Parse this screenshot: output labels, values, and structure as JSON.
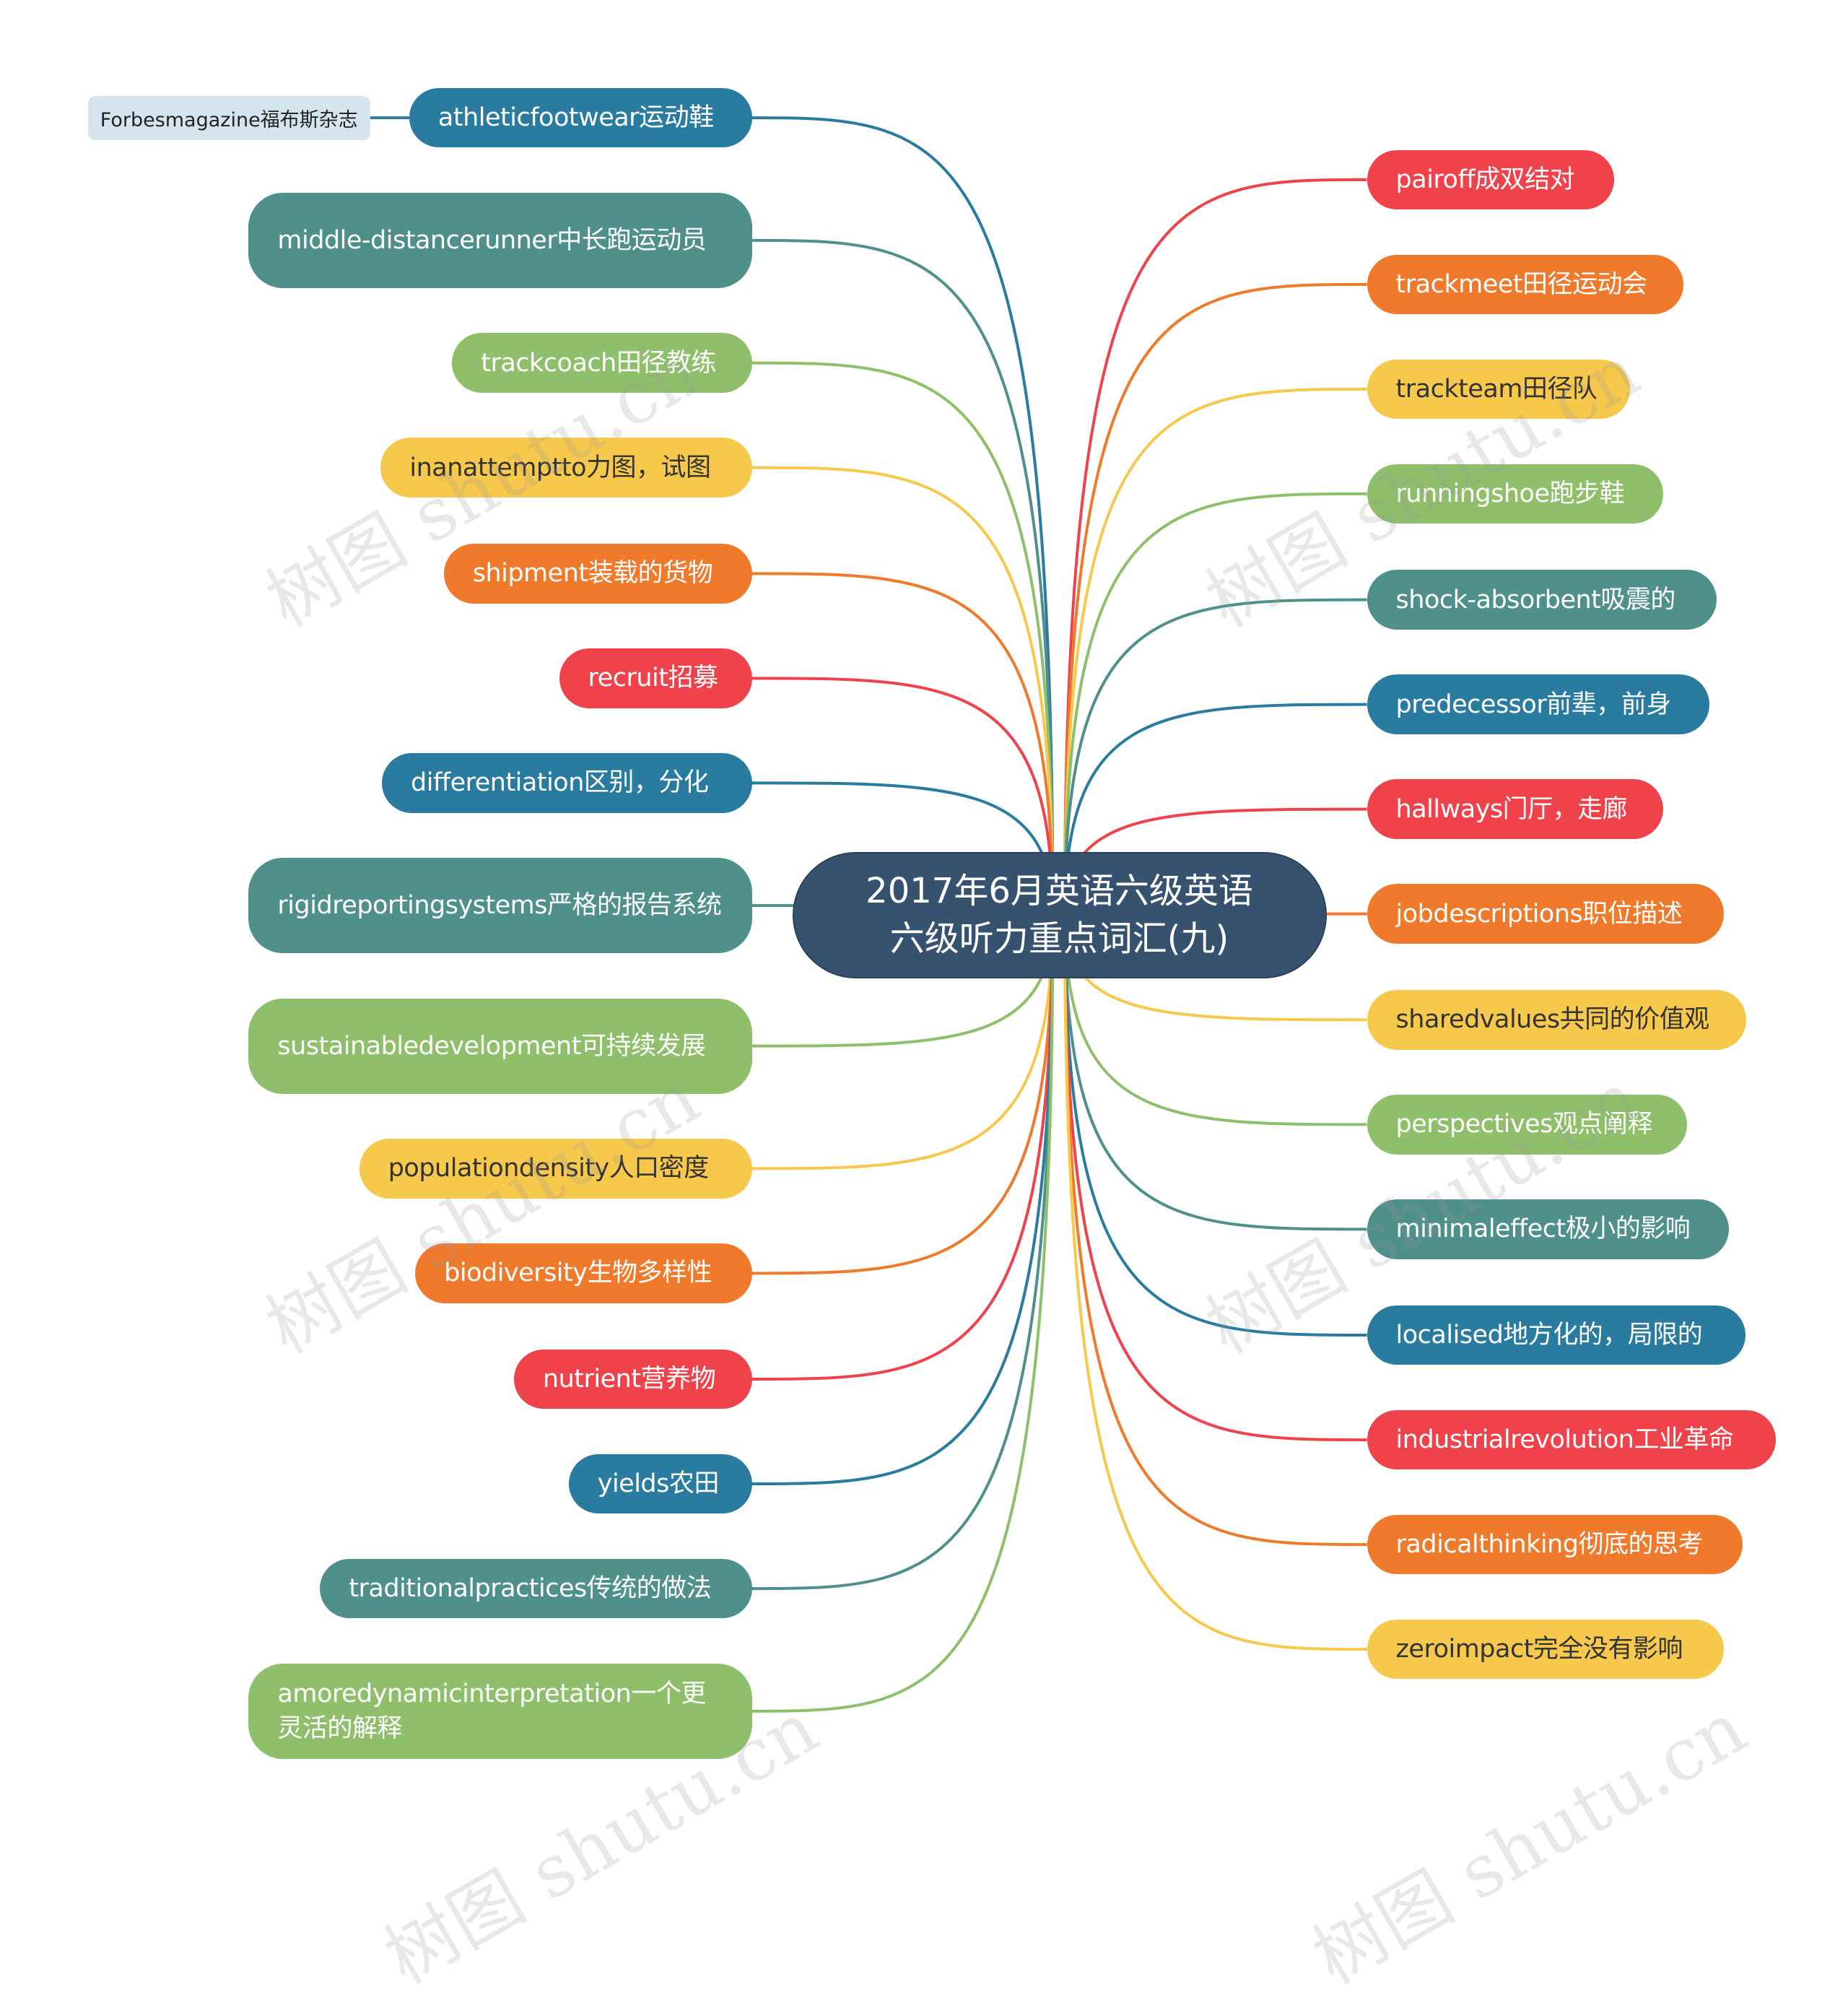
{
  "title": "2017年6月英语六级英语六级听力重点词汇(九)",
  "colors": {
    "blue": "#2a7ba0",
    "teal": "#4f908a",
    "green": "#8fbf6a",
    "yellow": "#f6c84c",
    "orange": "#f07a2c",
    "red": "#f0424a",
    "center": "#37526e",
    "sub": "#d4e5ee"
  },
  "left_nodes": [
    {
      "label": "athleticfootwear运动鞋",
      "color": "blue"
    },
    {
      "label": "middle-distancerunner中长跑运动员",
      "color": "teal"
    },
    {
      "label": "trackcoach田径教练",
      "color": "green"
    },
    {
      "label": "inanattemptto力图，试图",
      "color": "yellow"
    },
    {
      "label": "shipment装载的货物",
      "color": "orange"
    },
    {
      "label": "recruit招募",
      "color": "red"
    },
    {
      "label": "differentiation区别，分化",
      "color": "blue"
    },
    {
      "label": "rigidreportingsystems严格的报告系统",
      "color": "teal"
    },
    {
      "label": "sustainabledevelopment可持续发展",
      "color": "green"
    },
    {
      "label": "populationdensity人口密度",
      "color": "yellow"
    },
    {
      "label": "biodiversity生物多样性",
      "color": "orange"
    },
    {
      "label": "nutrient营养物",
      "color": "red"
    },
    {
      "label": "yields农田",
      "color": "blue"
    },
    {
      "label": "traditionalpractices传统的做法",
      "color": "teal"
    },
    {
      "label": "amoredynamicinterpretation一个更灵活的解释",
      "color": "green"
    }
  ],
  "right_nodes": [
    {
      "label": "pairoff成双结对",
      "color": "red"
    },
    {
      "label": "trackmeet田径运动会",
      "color": "orange"
    },
    {
      "label": "trackteam田径队",
      "color": "yellow"
    },
    {
      "label": "runningshoe跑步鞋",
      "color": "green"
    },
    {
      "label": "shock-absorbent吸震的",
      "color": "teal"
    },
    {
      "label": "predecessor前辈，前身",
      "color": "blue"
    },
    {
      "label": "hallways门厅，走廊",
      "color": "red"
    },
    {
      "label": "jobdescriptions职位描述",
      "color": "orange"
    },
    {
      "label": "sharedvalues共同的价值观",
      "color": "yellow"
    },
    {
      "label": "perspectives观点阐释",
      "color": "green"
    },
    {
      "label": "minimaleffect极小的影响",
      "color": "teal"
    },
    {
      "label": "localised地方化的，局限的",
      "color": "blue"
    },
    {
      "label": "industrialrevolution工业革命",
      "color": "red"
    },
    {
      "label": "radicalthinking彻底的思考",
      "color": "orange"
    },
    {
      "label": "zeroimpact完全没有影响",
      "color": "yellow"
    }
  ],
  "sub_node": {
    "label": "Forbesmagazine福布斯杂志"
  },
  "watermark": "树图 shutu.cn"
}
